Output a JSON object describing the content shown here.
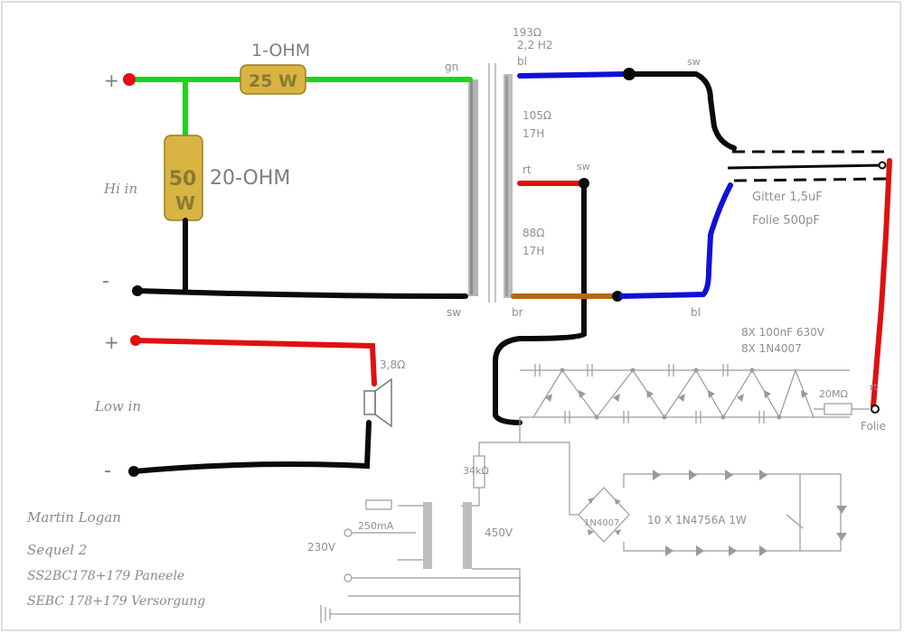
{
  "colors": {
    "green": "#1bd41b",
    "black": "#0a0a0a",
    "red": "#e01010",
    "blue": "#1010d8",
    "brown": "#b06a14",
    "resistor": "#d9b443",
    "pencil": "#8a8a8a"
  },
  "hi_in": {
    "label": "Hi in",
    "plus": "+",
    "minus": "-"
  },
  "low_in": {
    "label": "Low in",
    "plus": "+",
    "minus": "-",
    "tweeter_rating": "3,8Ω"
  },
  "resistor_series": {
    "value": "1-OHM",
    "power": "25 W"
  },
  "resistor_shunt": {
    "value": "20-OHM",
    "power_top": "50",
    "power_bottom": "W"
  },
  "transformer": {
    "top_primary": "gn",
    "bottom_primary": "sw",
    "sec_rating_top": "193Ω",
    "sec_freq": "2,2 H2",
    "sec_bl_top": "bl",
    "winding1_res": "105Ω",
    "winding1_ind": "17H",
    "rt_label": "rt",
    "sw_label": "sw",
    "winding2_res": "88Ω",
    "winding2_ind": "17H",
    "br_label": "br",
    "bl_bottom": "bl",
    "sw_top_right": "sw"
  },
  "panel": {
    "gitter": "Gitter 1,5uF",
    "folie": "Folie 500pF",
    "rt": "rt",
    "folie_bottom": "Folie"
  },
  "hv_supply": {
    "caps": "8X 100nF 630V",
    "diodes": "8X 1N4007",
    "series_r": "20MΩ",
    "res_34k": "34kΩ",
    "fuse": "250mA",
    "mains": "230V",
    "secondary": "450V",
    "bridge": "1N4007",
    "zener": "10 X 1N4756A 1W"
  },
  "notes": [
    "Martin Logan",
    "Sequel 2",
    "SS2BC178+179 Paneele",
    "SEBC 178+179 Versorgung"
  ]
}
